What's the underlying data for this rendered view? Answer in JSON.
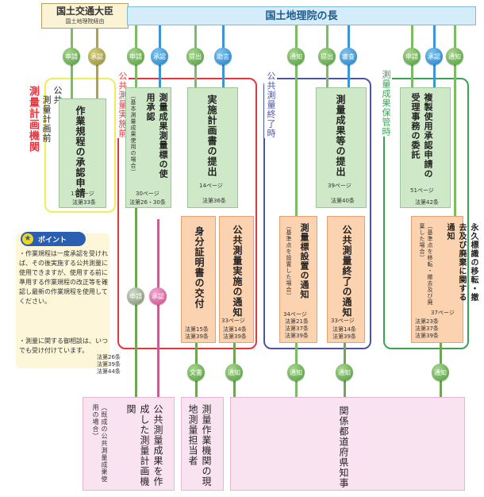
{
  "top": {
    "minister": "国土交通大臣",
    "minister_sub": "国土地理院経由",
    "head": "国土地理院の長"
  },
  "arrows": {
    "apply": "申請",
    "approve": "承認",
    "submit": "提出",
    "advise": "助言",
    "notify": "通知",
    "review": "審査",
    "document": "文書"
  },
  "stages": {
    "before_line1": "公共",
    "before_line2": "測量計画前",
    "before_red": "測量計画機関",
    "during": "公共測量実施前",
    "end": "公共測量終了時",
    "keep": "測量成果保管時"
  },
  "cards": {
    "c1": {
      "title": "作業規程の承認申請",
      "page": "11ページ",
      "law": "法第33条"
    },
    "c2": {
      "title": "測量成果測量標の使用承認",
      "note": "（基本測量成果使用の場合）",
      "page": "30ページ",
      "law": "法第26・30条"
    },
    "c3": {
      "title": "実施計画書の提出",
      "page": "14ページ",
      "law": "法第36条"
    },
    "c4": {
      "title": "身分証明書の交付",
      "law1": "法第15条",
      "law2": "法第39条"
    },
    "c5": {
      "title": "公共測量実施の通知",
      "page": "33ページ",
      "law1": "法第14条",
      "law2": "法第39条"
    },
    "c6": {
      "title": "測量成果等の提出",
      "page": "39ページ",
      "law": "法第40条"
    },
    "c7": {
      "title": "測量標設置の通知",
      "note": "（基準点を設置した場合）",
      "page": "34ページ",
      "law1": "法第21条",
      "law2": "法第37条",
      "law3": "法第39条"
    },
    "c8": {
      "title": "公共測量終了の通知",
      "page": "33ページ",
      "law1": "法第14条",
      "law2": "法第39条"
    },
    "c9": {
      "title": "複製使用承認申請の受理事務の委託",
      "page": "51ページ",
      "law": "法第42条"
    },
    "c10": {
      "title": "永久標識の移転・撤去及び廃棄に関する通知",
      "note": "（基準点を移転・撤去及び廃棄した場合）",
      "page": "37ページ",
      "law1": "法第23条",
      "law2": "法第37条",
      "law3": "法第39条"
    }
  },
  "point": {
    "label": "ポイント",
    "p1": "・作業規程は一度承認を受ければ、その後実施する公共測量に使用できますが、使用する前に準用する作業規程の改正等を確認し最新の作業規程を使用してください。",
    "p2": "・測量に関する御相談は、いつでも受け付けています。",
    "laws": [
      "法第26条",
      "法第39条",
      "法第44条"
    ]
  },
  "bottom": {
    "b1_title": "公共測量成果を作成した測量計画機関",
    "b1_note": "（既成の公共測量成果使用の場合）",
    "b2_title": "測量作業機関の現地測量担当者",
    "b3_title": "関係都道府県知事"
  }
}
